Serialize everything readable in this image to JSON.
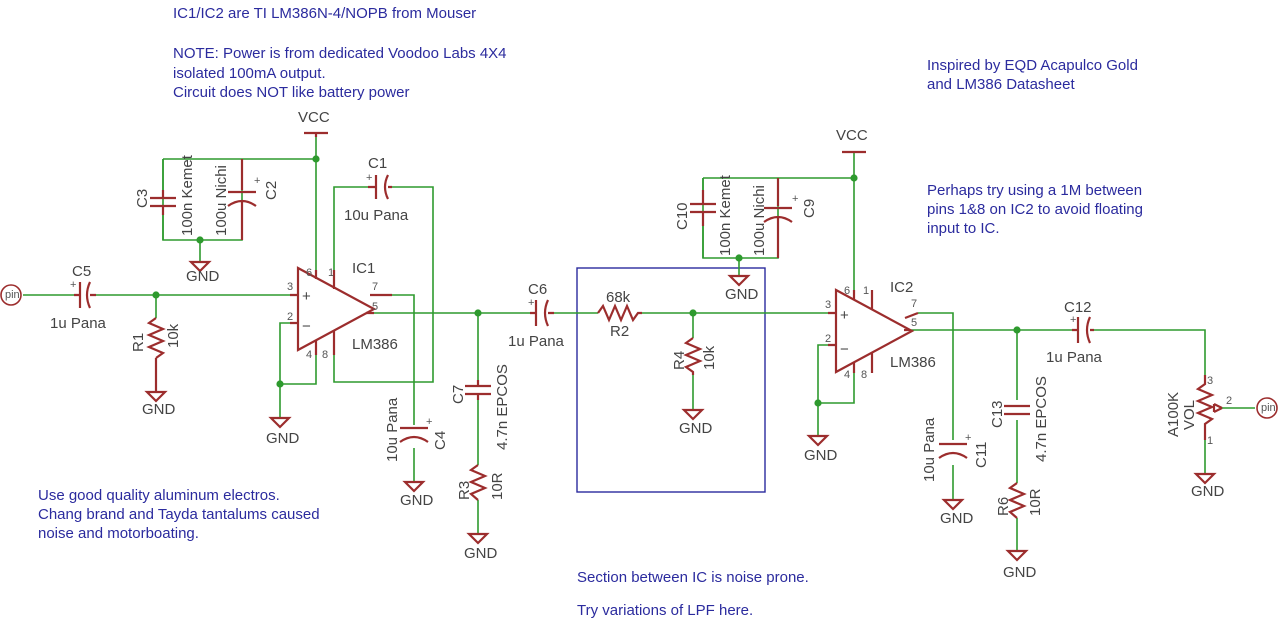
{
  "notes": {
    "n1": "IC1/IC2 are TI LM386N-4/NOPB from Mouser",
    "n2a": "NOTE: Power is from dedicated Voodoo Labs 4X4",
    "n2b": "isolated 100mA output.",
    "n2c": "Circuit does NOT like battery power",
    "n3a": "Inspired by EQD Acapulco Gold",
    "n3b": "and LM386 Datasheet",
    "n4a": "Perhaps try using a 1M between",
    "n4b": "pins 1&8 on IC2 to avoid floating",
    "n4c": "input to IC.",
    "n5a": "Use good quality aluminum electros.",
    "n5b": "Chang brand and Tayda tantalums caused",
    "n5c": "noise and motorboating.",
    "n6a": "Section between IC is noise prone.",
    "n6b": "Try variations of LPF here."
  },
  "labels": {
    "vcc": "VCC",
    "gnd": "GND",
    "pin": "pin",
    "ic1": "IC1",
    "ic2": "IC2",
    "lm386": "LM386",
    "c1": "C1",
    "c1v": "10u Pana",
    "c2": "C2",
    "c2v": "100u Nichi",
    "c3": "C3",
    "c3v": "100n Kemet",
    "c4": "C4",
    "c4v": "10u Pana",
    "c5": "C5",
    "c5v": "1u Pana",
    "c6": "C6",
    "c6v": "1u Pana",
    "c7": "C7",
    "c7v": "4.7n EPCOS",
    "c9": "C9",
    "c9v": "100u Nichi",
    "c10": "C10",
    "c10v": "100n Kemet",
    "c11": "C11",
    "c11v": "10u Pana",
    "c12": "C12",
    "c12v": "1u Pana",
    "c13": "C13",
    "c13v": "4.7n EPCOS",
    "r1": "R1",
    "r1v": "10k",
    "r2": "R2",
    "r2v": "68k",
    "r3": "R3",
    "r3v": "10R",
    "r4": "R4",
    "r4v": "10k",
    "r6": "R6",
    "r6v": "10R",
    "vol": "VOL",
    "volv": "A100K",
    "plus": "+",
    "minus": "−",
    "p1": "1",
    "p2": "2",
    "p3": "3",
    "p4": "4",
    "p5": "5",
    "p6": "6",
    "p7": "7",
    "p8": "8"
  }
}
